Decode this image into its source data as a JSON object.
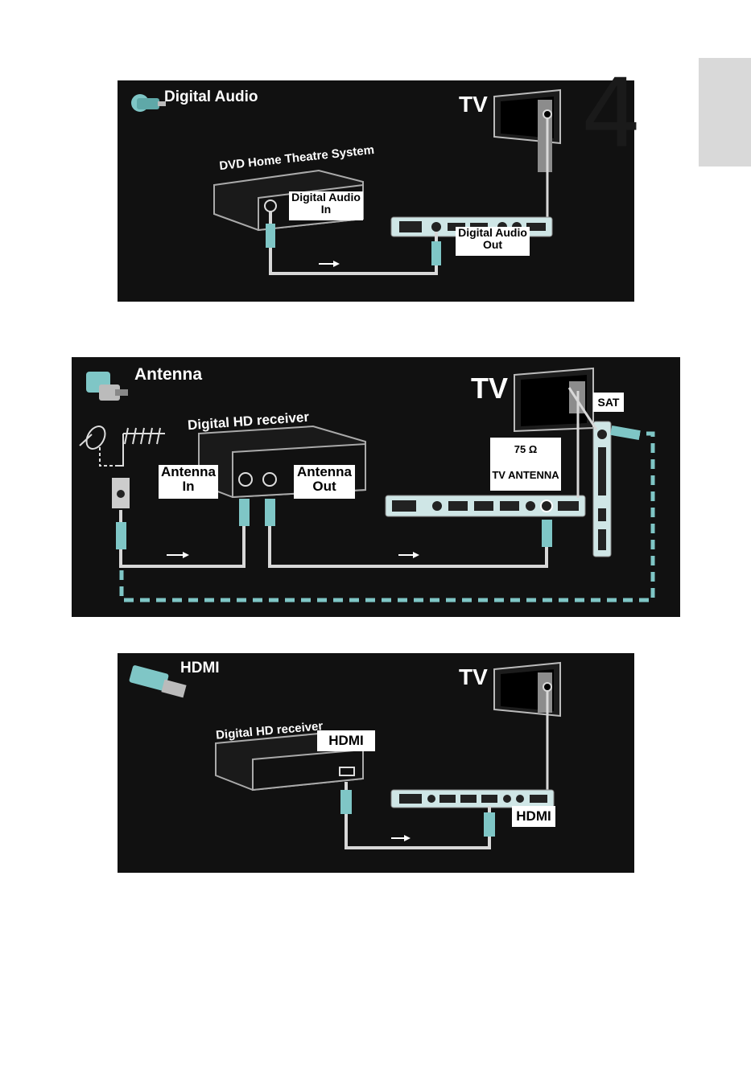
{
  "page": {
    "number": "4"
  },
  "panels": {
    "digital_audio": {
      "title": "Digital Audio",
      "tv_label": "TV",
      "device_label": "DVD Home Theatre System",
      "in_label": [
        "Digital Audio",
        "In"
      ],
      "out_label": [
        "Digital Audio",
        "Out"
      ]
    },
    "antenna": {
      "title": "Antenna",
      "tv_label": "TV",
      "device_label": "Digital HD receiver",
      "in_label": [
        "Antenna",
        "In"
      ],
      "out_label": [
        "Antenna",
        "Out"
      ],
      "sat_label": "SAT",
      "ohm_label": "75 Ω",
      "tv_antenna_label": "TV ANTENNA"
    },
    "hdmi": {
      "title": "HDMI",
      "tv_label": "TV",
      "device_label": "Digital HD receiver",
      "device_port_label": "HDMI",
      "tv_port_label": "HDMI"
    }
  },
  "colors": {
    "panel_bg": "#111111",
    "connector": "#7fc6c6",
    "cable": "#d8d8d8",
    "tab": "#d9d9d9"
  }
}
